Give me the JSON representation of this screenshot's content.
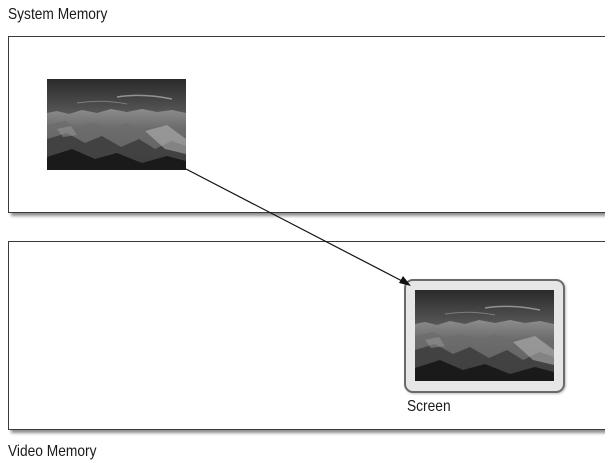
{
  "labels": {
    "system_memory": "System Memory",
    "video_memory": "Video Memory",
    "screen": "Screen"
  },
  "images": {
    "source": "canyon-landscape-photo",
    "copy": "canyon-landscape-photo"
  },
  "icons": {
    "arrow": "copy-arrow-icon"
  }
}
